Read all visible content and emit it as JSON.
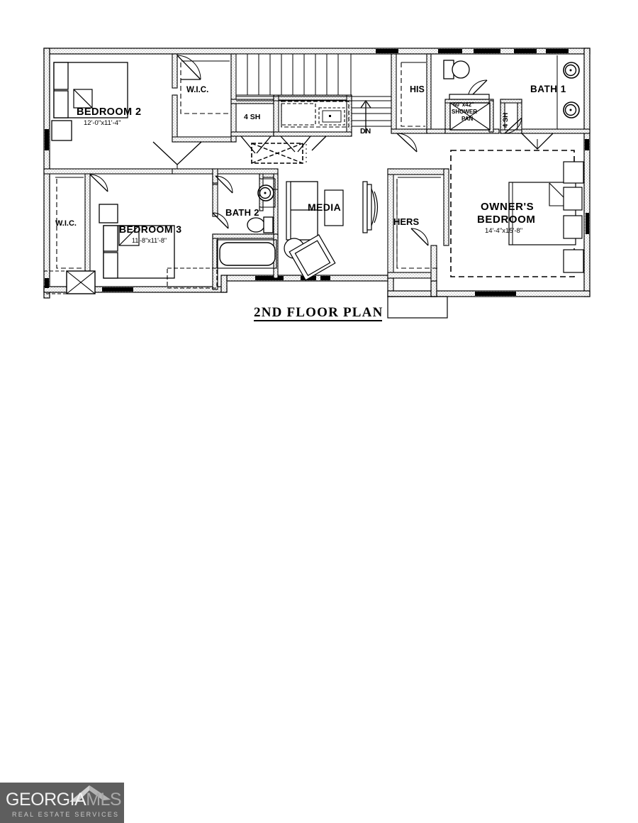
{
  "document": {
    "type": "architectural-floor-plan",
    "title": "2ND FLOOR PLAN"
  },
  "rooms": [
    {
      "id": "bedroom2",
      "label": "BEDROOM 2",
      "dimensions": "12'-0\"x11'-4\""
    },
    {
      "id": "wic_bed2",
      "label": "W.I.C.",
      "dimensions": ""
    },
    {
      "id": "bedroom3",
      "label": "BEDROOM 3",
      "dimensions": "11'-8\"x11'-8\""
    },
    {
      "id": "wic_bed3",
      "label": "W.I.C.",
      "dimensions": ""
    },
    {
      "id": "bath2",
      "label": "BATH 2",
      "dimensions": ""
    },
    {
      "id": "media",
      "label": "MEDIA",
      "dimensions": ""
    },
    {
      "id": "his",
      "label": "HIS",
      "dimensions": ""
    },
    {
      "id": "hers",
      "label": "HERS",
      "dimensions": ""
    },
    {
      "id": "bath1",
      "label": "BATH 1",
      "dimensions": ""
    },
    {
      "id": "owners",
      "label_line1": "OWNER'S",
      "label_line2": "BEDROOM",
      "dimensions": "14'-4\"x15'-8\""
    }
  ],
  "annotations": {
    "shelf_linen_horizontal": "4 SH",
    "shelf_linen_vertical": "4 SH",
    "shower_pan_line1": "60\"x42\"",
    "shower_pan_line2": "SHOWER",
    "shower_pan_line3": "PAN",
    "stair_direction": "DN"
  },
  "watermark": {
    "brand_primary": "GEORGIA",
    "brand_secondary": "MLS",
    "tagline": "REAL ESTATE SERVICES",
    "background_color": "#5e5e5e"
  },
  "colors": {
    "line": "#000000",
    "wall_hatch": "#9a9a9a",
    "paper": "#ffffff"
  }
}
